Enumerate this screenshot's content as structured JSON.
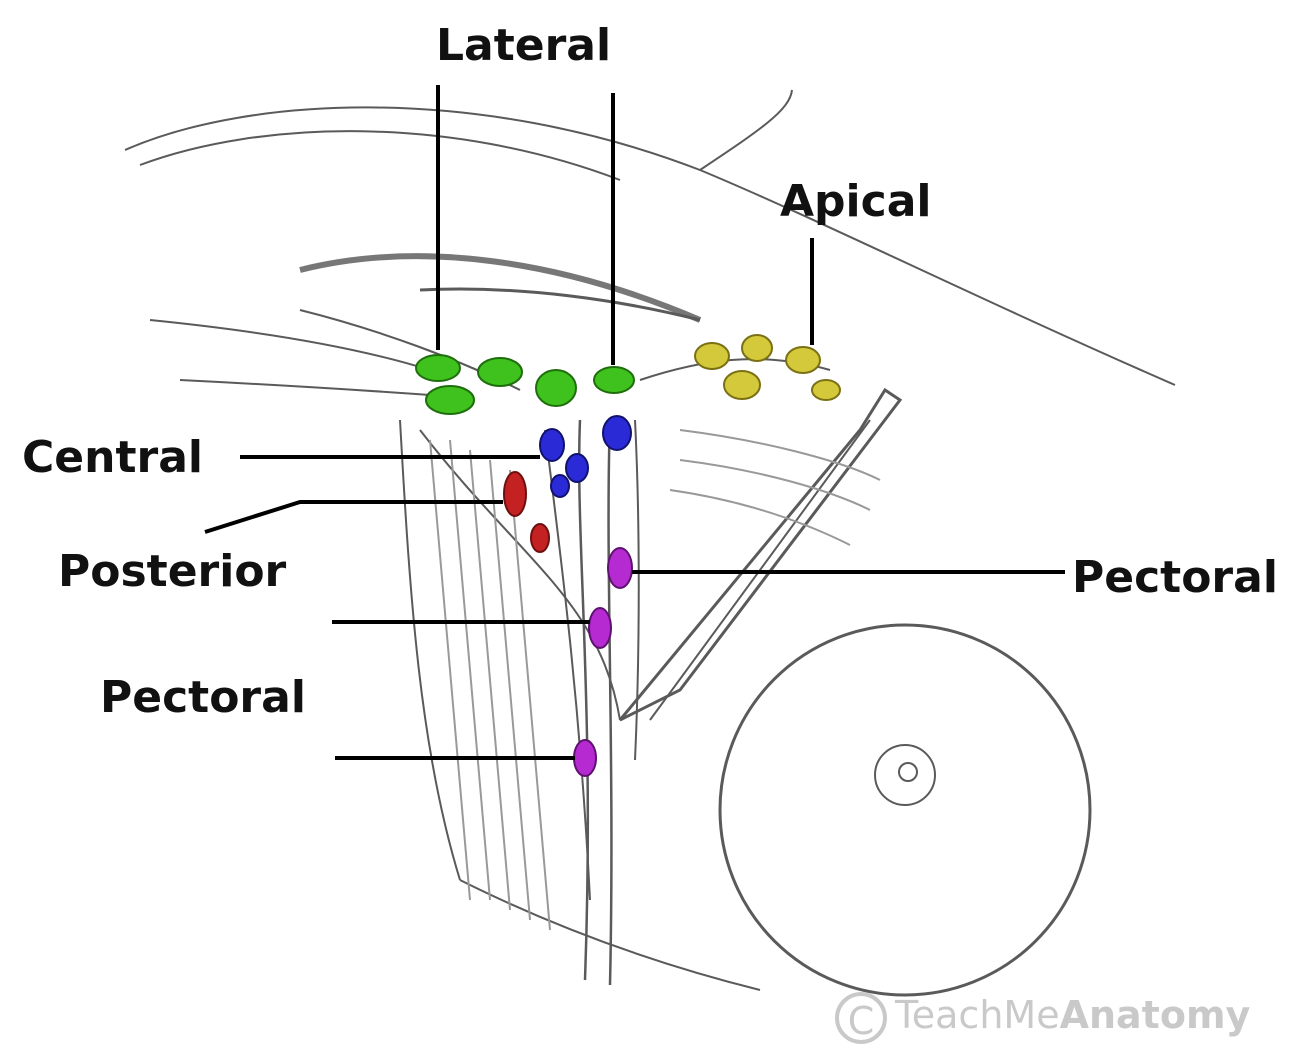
{
  "labels": {
    "lateral": "Lateral",
    "apical": "Apical",
    "central": "Central",
    "posterior": "Posterior",
    "pectoral_right": "Pectoral",
    "pectoral_left": "Pectoral"
  },
  "watermark": {
    "symbol": "C",
    "word_light": "Teach",
    "word_mid": "Me",
    "word_bold": "Anatomy"
  },
  "colors": {
    "lateral_nodes": "#3fc21e",
    "apical_nodes": "#d4c93a",
    "central_nodes": "#2a2ad6",
    "posterior_nodes": "#c42222",
    "pectoral_nodes": "#b52ad1",
    "leader_lines": "#000000",
    "sketch_lines": "#555555"
  }
}
